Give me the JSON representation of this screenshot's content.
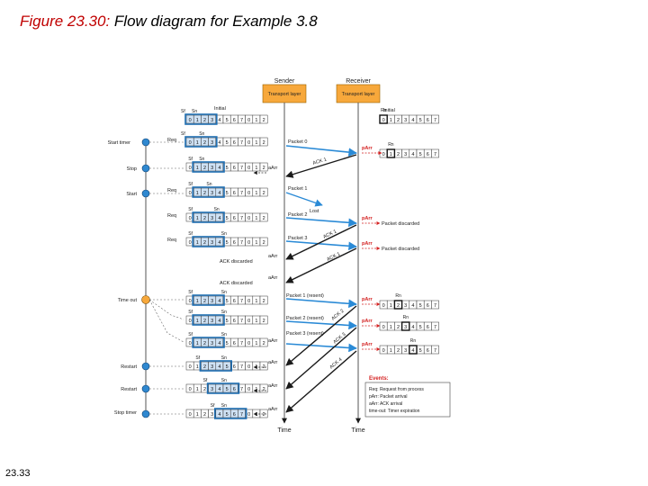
{
  "slide": {
    "figure_label": "Figure 23.30:",
    "figure_caption": "Flow diagram for Example 3.8",
    "page_number": "23.33"
  },
  "diagram": {
    "sender": "Sender",
    "receiver": "Receiver",
    "transport_layer": "Transport layer",
    "time": "Time",
    "initial": "Initial",
    "sf": "Sf",
    "sn": "Sn",
    "rn": "Rn",
    "req": "Req",
    "timer_events": {
      "start_timer": "Start timer",
      "stop": "Stop",
      "start": "Start",
      "time_out": "Time out",
      "restart_1": "Restart",
      "restart_2": "Restart",
      "stop_timer": "Stop timer"
    },
    "messages": {
      "packet_0": "Packet 0",
      "ack_1": "ACK 1",
      "packet_1": "Packet 1",
      "lost": "Lost",
      "packet_2": "Packet 2",
      "packet_3": "Packet 3",
      "ack_1_b": "ACK 1",
      "ack_1_c": "ACK 1",
      "packet_1_resent": "Packet 1 (resent)",
      "packet_2_resent": "Packet 2 (resent)",
      "packet_3_resent": "Packet 3 (resent)",
      "ack_2": "ACK 2",
      "ack_3": "ACK 3",
      "ack_4": "ACK 4"
    },
    "events": {
      "p_arr": "pArr",
      "a_arr": "aArr",
      "packet_discarded": "Packet discarded",
      "ack_discarded": "ACK discarded"
    },
    "legend": {
      "title": "Events:",
      "items": [
        "Req: Request from process",
        "pArr: Packet arrival",
        "aArr: ACK arrival",
        "time-out: Timer expiration"
      ]
    },
    "seq_send": [
      "0",
      "1",
      "2",
      "3",
      "4",
      "5",
      "6",
      "7",
      "0",
      "1",
      "2"
    ],
    "seq_recv": [
      "0",
      "1",
      "2",
      "3",
      "4",
      "5",
      "6",
      "7"
    ],
    "colors": {
      "window_fill": "#1f6fb4",
      "box_fill": "#f7a83b",
      "event_red": "#d42020",
      "arrow": "#1a1a1a",
      "lost_arrow": "#2a8ad6",
      "timer_fill": "#2f88d0",
      "timeout_fill": "#f7a83b"
    }
  }
}
